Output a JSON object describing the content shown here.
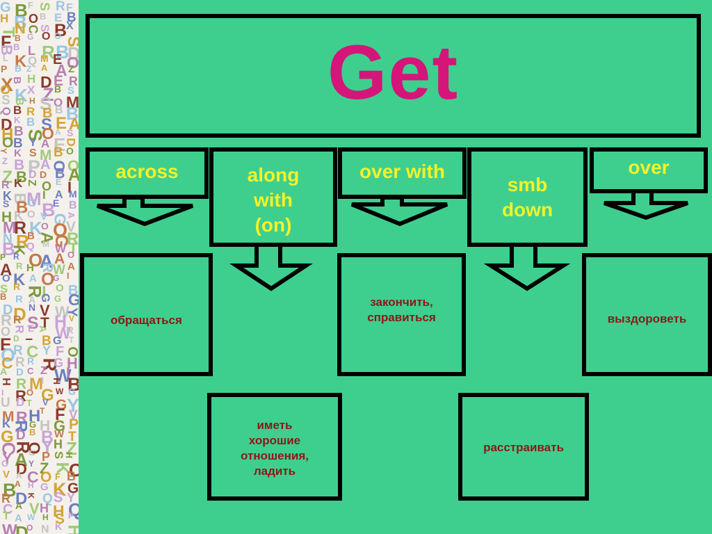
{
  "colors": {
    "background": "#3ecf8e",
    "title": "#d4157a",
    "phrase": "#f4f22a",
    "translation": "#8b1818",
    "outline": "#000000"
  },
  "title": "Get",
  "phrases": [
    {
      "lines": [
        "across"
      ],
      "translation": [
        "обращаться"
      ]
    },
    {
      "lines": [
        "along",
        "with"
      ],
      "note": "(on)",
      "translation": [
        "иметь",
        "хорошие",
        "отношения,",
        "ладить"
      ]
    },
    {
      "lines": [
        "over with"
      ],
      "translation": [
        "закончить,",
        "справиться"
      ]
    },
    {
      "lines": [
        "smb",
        "down"
      ],
      "translation": [
        "расстраивать"
      ]
    },
    {
      "lines": [
        "over"
      ],
      "translation": [
        "выздороветь"
      ]
    }
  ]
}
